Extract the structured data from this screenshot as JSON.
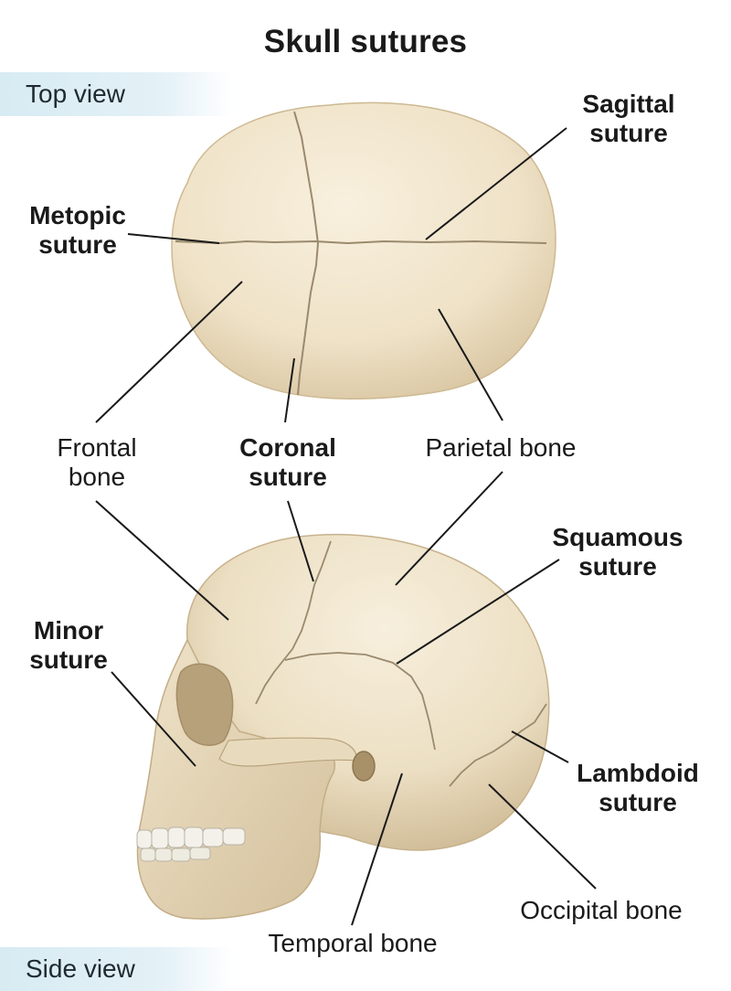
{
  "title": "Skull sutures",
  "views": {
    "top": "Top view",
    "side": "Side view"
  },
  "labels": {
    "sagittal_suture": [
      "Sagittal",
      "suture"
    ],
    "metopic_suture": [
      "Metopic",
      "suture"
    ],
    "frontal_bone": [
      "Frontal",
      "bone"
    ],
    "coronal_suture": [
      "Coronal",
      "suture"
    ],
    "parietal_bone": [
      "Parietal bone"
    ],
    "squamous_suture": [
      "Squamous",
      "suture"
    ],
    "minor_suture": [
      "Minor",
      "suture"
    ],
    "lambdoid_suture": [
      "Lambdoid",
      "suture"
    ],
    "occipital_bone": [
      "Occipital bone"
    ],
    "temporal_bone": [
      "Temporal bone"
    ]
  },
  "colors": {
    "bone": "#f1e6d0",
    "bone_shade": "#d9c7a6",
    "suture_line": "#8a7a60",
    "leader_line": "#1a1a1a",
    "tab": "#dcedf4"
  }
}
